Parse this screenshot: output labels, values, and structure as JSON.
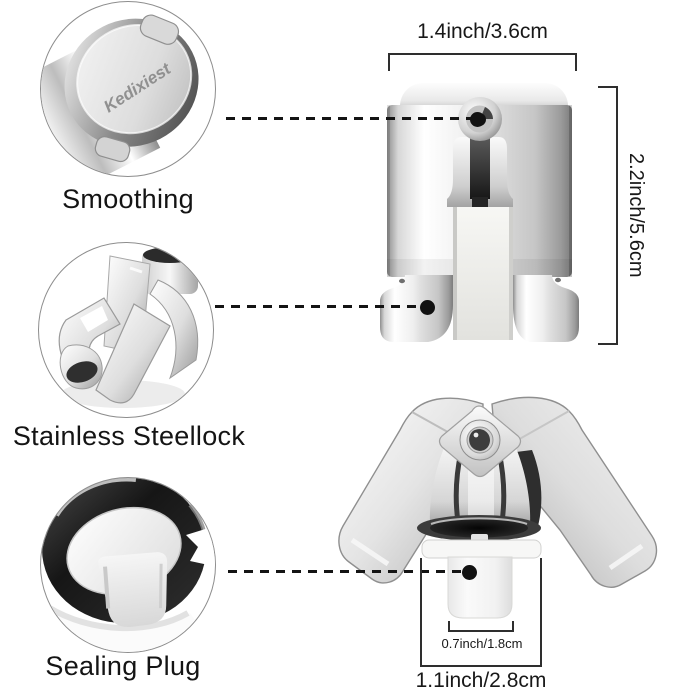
{
  "product": {
    "brand_engraving": "Kedixiest"
  },
  "callouts": [
    {
      "id": "smoothing",
      "label": "Smoothing"
    },
    {
      "id": "stainless-lock",
      "label": "Stainless Steellock"
    },
    {
      "id": "sealing-plug",
      "label": "Sealing Plug"
    }
  ],
  "dimensions": {
    "cap_width": "1.4inch/3.6cm",
    "cap_height": "2.2inch/5.6cm",
    "plug_width": "0.7inch/1.8cm",
    "base_width": "1.1inch/2.8cm"
  },
  "colors": {
    "background": "#ffffff",
    "ink": "#1f1f1f",
    "metal_highlight": "#fdfdfd",
    "metal_mid": "#c9c9c9",
    "metal_shadow": "#7c7c7c",
    "dark_accent": "#161616"
  }
}
